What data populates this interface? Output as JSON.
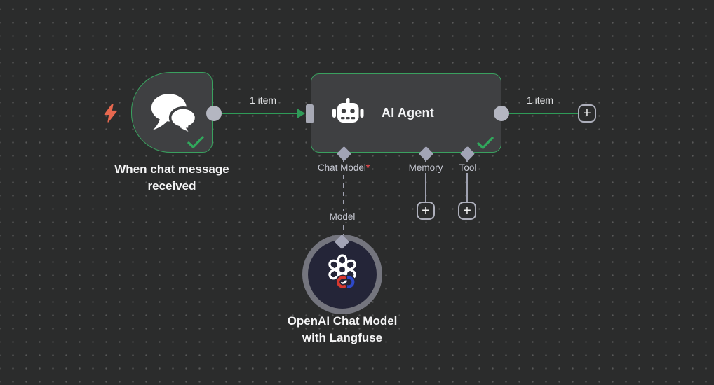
{
  "canvas": {
    "background": "#2b2c2c",
    "dot_color": "#585858",
    "accent_green": "#2f9b58",
    "check_green": "#31a85c",
    "port_gray": "#b4b6c1",
    "trigger_bolt_color": "#e7684f",
    "required_red": "#e5484d"
  },
  "ui": {
    "plus": "+"
  },
  "nodes": {
    "trigger": {
      "title": "When chat message received",
      "icon": "chat-bubbles",
      "status": "success"
    },
    "agent": {
      "title": "AI Agent",
      "icon": "robot",
      "status": "success",
      "required_marker": "*",
      "ports": [
        {
          "label": "Chat Model",
          "required": true
        },
        {
          "label": "Memory",
          "required": false
        },
        {
          "label": "Tool",
          "required": false
        }
      ]
    },
    "model": {
      "title_line1": "OpenAI Chat Model",
      "title_line2": "with Langfuse",
      "icon": "openai-logo"
    }
  },
  "connections": {
    "main1": {
      "label": "1 item"
    },
    "main2": {
      "label": "1 item"
    },
    "model_link": {
      "label": "Model",
      "style": "dashed"
    }
  }
}
